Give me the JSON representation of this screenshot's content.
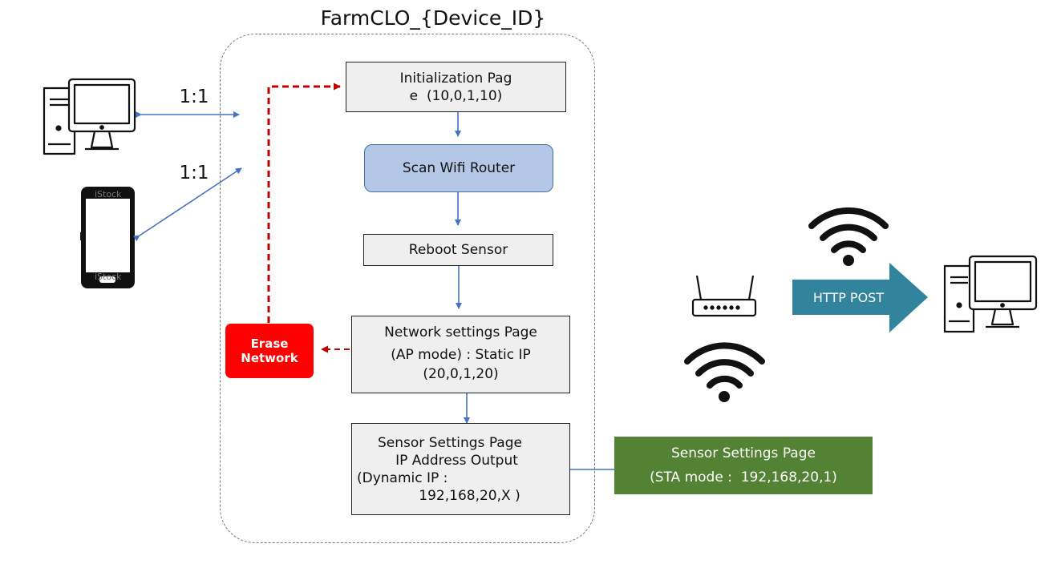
{
  "diagram": {
    "title": "FarmCLO_{Device_ID}",
    "init_page": {
      "line1": "Initialization Pag",
      "line2": "e  (10,0,1,10)"
    },
    "scan_wifi": "Scan Wifi Router",
    "reboot": "Reboot Sensor",
    "network_settings": {
      "line1": "Network settings Page",
      "line2": "(AP mode) : Static IP",
      "line3": "(20,0,1,20)"
    },
    "sensor_settings": {
      "line1": "Sensor Settings Page",
      "line2": "IP Address Output",
      "line3": "(Dynamic IP :",
      "line4": "192,168,20,X )"
    },
    "erase_network": {
      "line1": "Erase",
      "line2": "Network"
    },
    "sta_box": {
      "line1": "Sensor Settings Page",
      "line2": "(STA mode :  192,168,20,1)"
    },
    "ratio_pc": "1:1",
    "ratio_phone": "1:1",
    "http_post": "HTTP POST",
    "watermark": "iStock"
  },
  "colors": {
    "flow_arrow": "#4472c4",
    "erase_arrow": "#c00000",
    "erase_box": "#ff0000",
    "scan_box": "#b4c7e7",
    "sta_box": "#548235",
    "http_arrow": "#31849b"
  },
  "icons": [
    "desktop-computer-icon",
    "smartphone-icon",
    "wifi-icon",
    "router-icon"
  ]
}
